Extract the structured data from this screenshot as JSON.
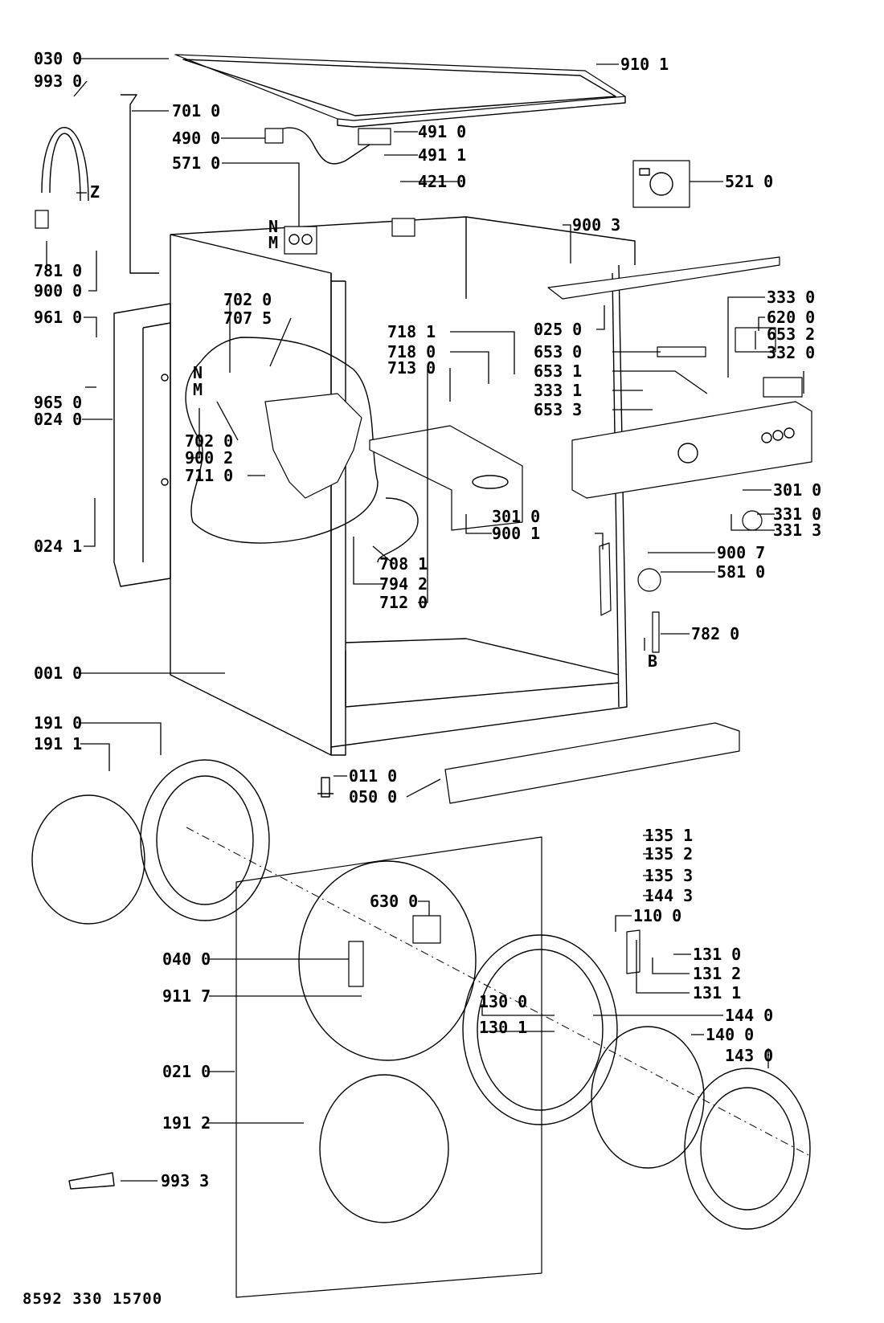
{
  "labels": [
    "030 0",
    "993 0",
    "701 0",
    "490 0",
    "491 0",
    "491 1",
    "571 0",
    "421 0",
    "910 1",
    "521 0",
    "Z",
    "N",
    "M",
    "781 0",
    "900 0",
    "900 3",
    "961 0",
    "702 0",
    "707 5",
    "718 1",
    "718 0",
    "713 0",
    "025 0",
    "333 0",
    "620 0",
    "653 2",
    "653 0",
    "332 0",
    "653 1",
    "333 1",
    "653 3",
    "965 0",
    "024 0",
    "702 0",
    "900 2",
    "711 0",
    "301 0",
    "900 1",
    "301 0",
    "331 0",
    "331 3",
    "900 7",
    "581 0",
    "708 1",
    "794 2",
    "712 0",
    "024 1",
    "782 0",
    "B",
    "001 0",
    "191 0",
    "191 1",
    "011 0",
    "050 0",
    "135 1",
    "135 2",
    "135 3",
    "144 3",
    "110 0",
    "630 0",
    "040 0",
    "131 0",
    "131 2",
    "131 1",
    "911 7",
    "130 0",
    "144 0",
    "130 1",
    "140 0",
    "143 0",
    "021 0",
    "191 2",
    "993 3",
    "N",
    "M"
  ],
  "footer_code": "8592 330 15700"
}
